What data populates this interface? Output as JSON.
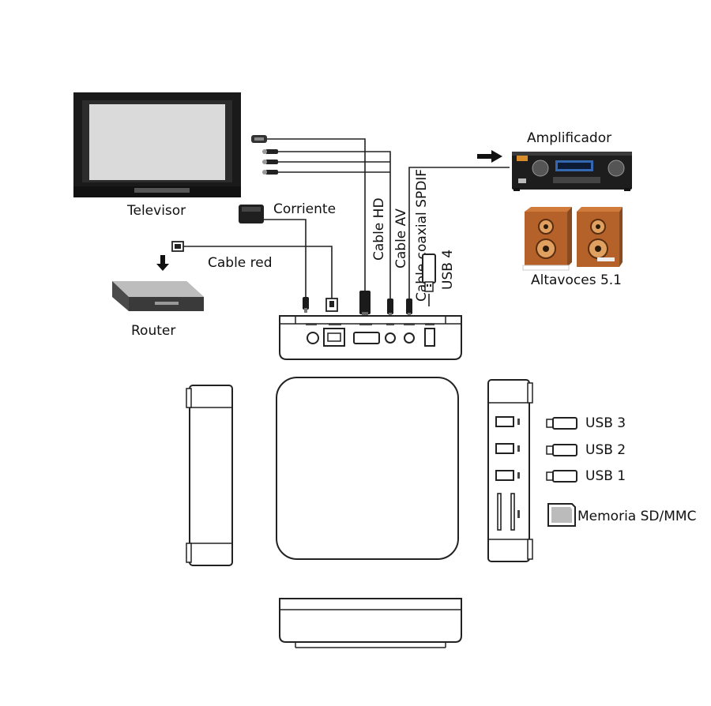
{
  "labels": {
    "tv": "Televisor",
    "power": "Corriente",
    "network": "Cable red",
    "router": "Router",
    "hd": "Cable HD",
    "av": "Cable AV",
    "spdif": "Cable coaxial SPDIF",
    "usb4": "USB 4",
    "amplifier": "Amplificador",
    "speakers": "Altavoces 5.1",
    "usb3": "USB 3",
    "usb2": "USB 2",
    "usb1": "USB 1",
    "sd": "Memoria SD/MMC"
  },
  "colors": {
    "line": "#222222",
    "tv_screen": "#d9d9d9",
    "tv_frame": "#1a1a1a",
    "speaker_wood": "#b5612a",
    "speaker_cone": "#e0a060",
    "amp_body": "#1d1d1d",
    "amp_display": "#3a7bd5",
    "router_body": "#4a4a4a"
  }
}
